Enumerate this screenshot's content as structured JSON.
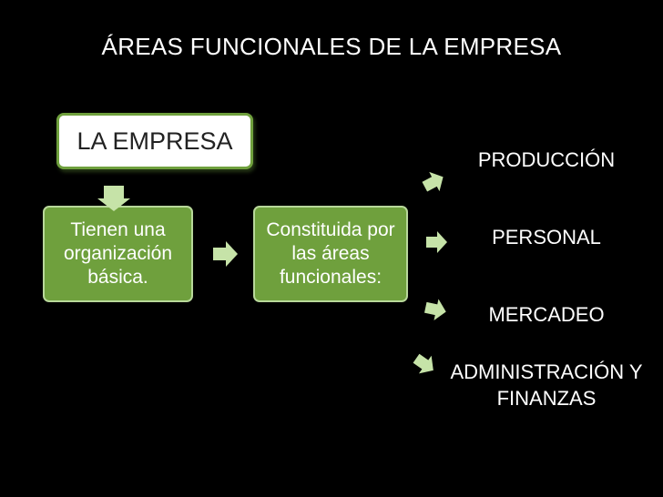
{
  "title": "ÁREAS FUNCIONALES DE LA EMPRESA",
  "root_box": {
    "label": "LA EMPRESA"
  },
  "organization_box": {
    "label": "Tienen una organización básica."
  },
  "constituted_box": {
    "label": "Constituida por las áreas funcionales:"
  },
  "areas": [
    {
      "label": "PRODUCCIÓN"
    },
    {
      "label": "PERSONAL"
    },
    {
      "label": "MERCADEO"
    },
    {
      "label": "ADMINISTRACIÓN Y FINANZAS"
    }
  ],
  "colors": {
    "background": "#000000",
    "box_green": "#6fa03d",
    "box_border": "#b8d89a",
    "arrow_fill": "#c6e3a8",
    "text": "#ffffff"
  }
}
